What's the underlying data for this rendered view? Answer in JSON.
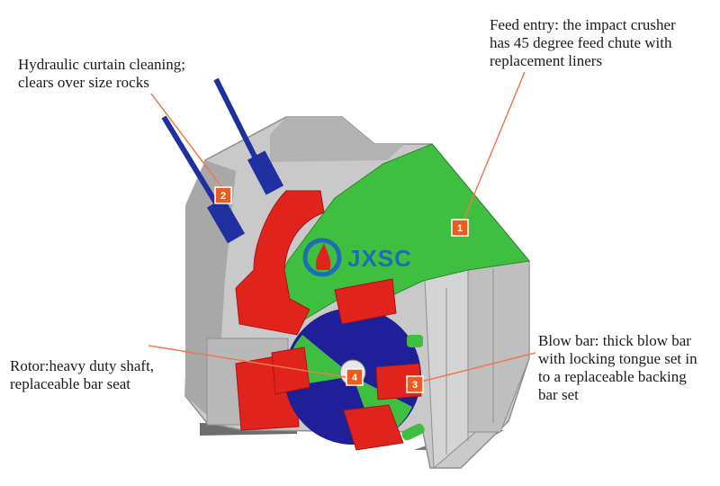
{
  "labels": {
    "feed_entry": "Feed entry: the impact crusher\nhas 45 degree feed chute with\nreplacement liners",
    "hydraulic": "Hydraulic curtain cleaning;\n clears over size rocks",
    "blow_bar": "Blow bar: thick blow bar\nwith locking tongue set in\nto a replaceable backing\nbar set",
    "rotor": "Rotor:heavy duty shaft,\n replaceable bar seat"
  },
  "markers": [
    "1",
    "2",
    "3",
    "4"
  ],
  "logo": {
    "text": "JXSC"
  },
  "colors": {
    "housing": "#c9c9c9",
    "housing_dark": "#9a9a9a",
    "liner_green": "#3fbf3f",
    "impact_red": "#e0231d",
    "rotor_blue": "#1f1f9a",
    "marker": "#f05a1e",
    "leader": "#f07a4a",
    "logo_blue": "#1f6db5"
  }
}
